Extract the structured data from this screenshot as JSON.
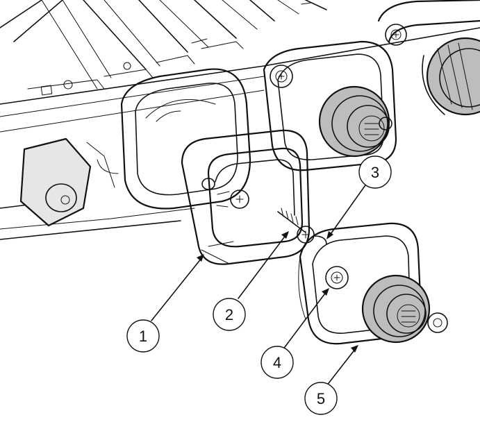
{
  "figure": {
    "callouts": [
      {
        "label": "1"
      },
      {
        "label": "2"
      },
      {
        "label": "3"
      },
      {
        "label": "4"
      },
      {
        "label": "5"
      }
    ]
  }
}
